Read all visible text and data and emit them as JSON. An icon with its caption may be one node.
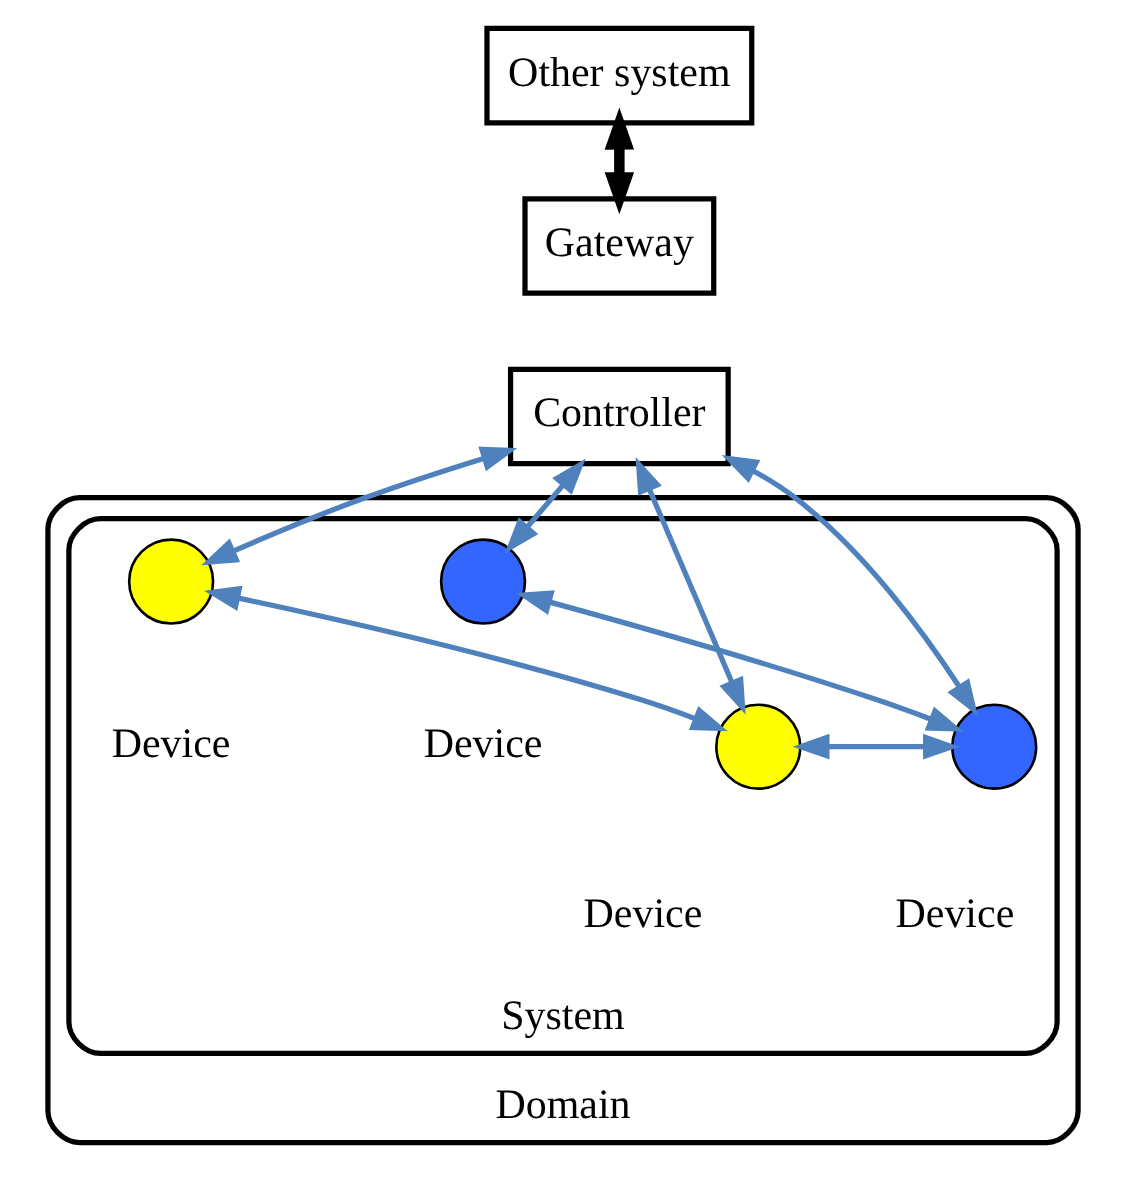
{
  "diagram": {
    "nodes": [
      {
        "text": [
          "Domain"
        ]
      },
      {
        "text": [
          "Other system"
        ]
      },
      {
        "text": [
          "Gateway"
        ]
      },
      {
        "text": [
          "Controller"
        ]
      },
      {
        "text": [
          "System"
        ],
        "in": 0
      },
      {
        "text": [],
        "shape": "circle",
        "beside": [
          "Device"
        ],
        "in": 4
      },
      {
        "text": [],
        "shape": "circle",
        "beside": [
          "Device"
        ],
        "in": 4
      },
      {
        "text": [],
        "shape": "circle",
        "beside": [
          "Device"
        ],
        "in": 4
      },
      {
        "text": [],
        "shape": "circle",
        "beside": [
          "Device"
        ],
        "in": 4
      }
    ],
    "edges": [
      {
        "from": 1,
        "to": 2,
        "arrow": "both",
        "style": "thick",
        "color": "#000000"
      },
      {
        "from": 3,
        "to": 5,
        "arrow": "both"
      },
      {
        "from": 3,
        "to": 7,
        "arrow": "both"
      },
      {
        "from": 3,
        "to": 8,
        "arrow": "both"
      },
      {
        "from": 3,
        "to": 6,
        "arrow": "both"
      },
      {
        "from": 5,
        "to": 7,
        "arrow": "both"
      },
      {
        "from": 7,
        "to": 8,
        "arrow": "both"
      },
      {
        "from": 6,
        "to": 8,
        "arrow": "both"
      }
    ]
  }
}
